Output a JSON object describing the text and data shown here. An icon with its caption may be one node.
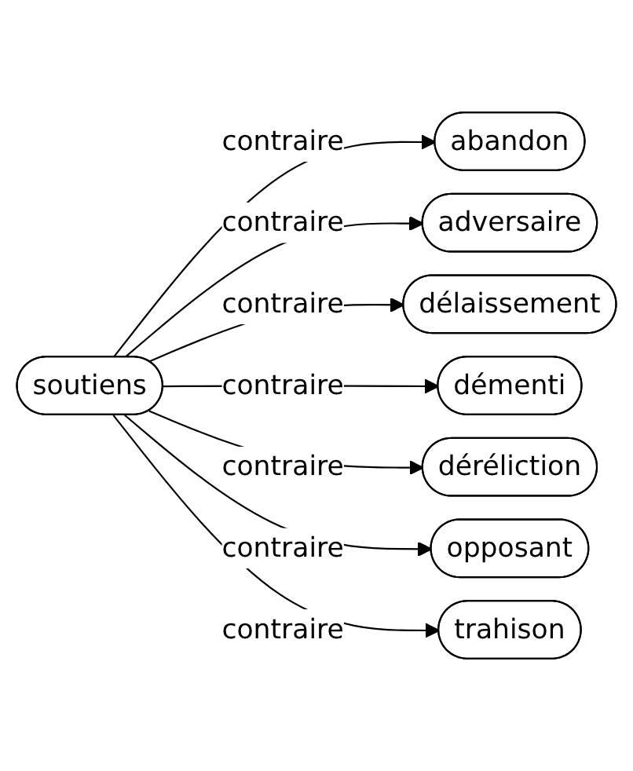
{
  "diagram": {
    "nodes": [
      {
        "text": [
          "soutiens"
        ]
      },
      {
        "text": [
          "abandon"
        ]
      },
      {
        "text": [
          "adversaire"
        ]
      },
      {
        "text": [
          "délaissement"
        ]
      },
      {
        "text": [
          "démenti"
        ]
      },
      {
        "text": [
          "déréliction"
        ]
      },
      {
        "text": [
          "opposant"
        ]
      },
      {
        "text": [
          "trahison"
        ]
      }
    ],
    "edges": [
      {
        "from": 0,
        "to": 1,
        "arrow": "to",
        "label": "contraire"
      },
      {
        "from": 0,
        "to": 2,
        "arrow": "to",
        "label": "contraire"
      },
      {
        "from": 0,
        "to": 3,
        "arrow": "to",
        "label": "contraire"
      },
      {
        "from": 0,
        "to": 4,
        "arrow": "to",
        "label": "contraire"
      },
      {
        "from": 0,
        "to": 5,
        "arrow": "to",
        "label": "contraire"
      },
      {
        "from": 0,
        "to": 6,
        "arrow": "to",
        "label": "contraire"
      },
      {
        "from": 0,
        "to": 7,
        "arrow": "to",
        "label": "contraire"
      }
    ]
  }
}
